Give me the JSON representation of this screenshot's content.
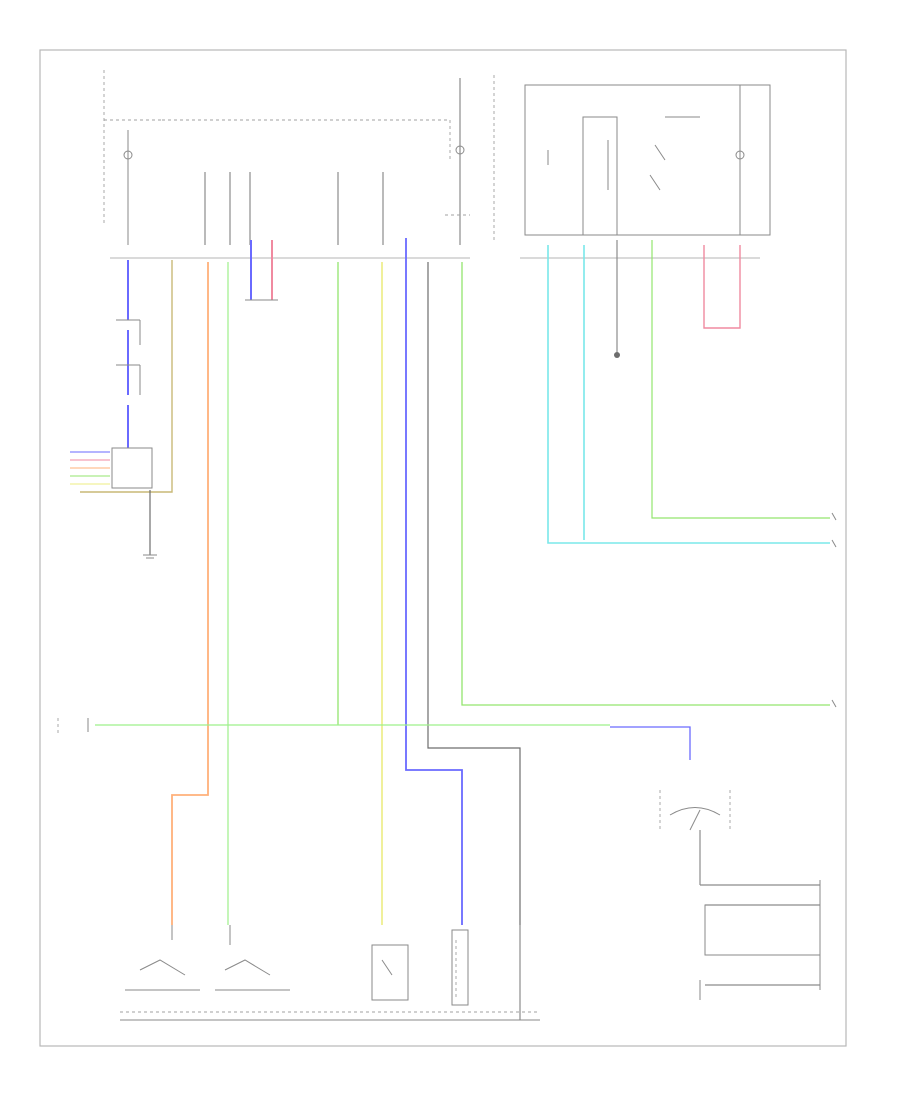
{
  "diagram": {
    "footer_code": "",
    "colors": {
      "blue": "#6a6aff",
      "orange": "#ffb07a",
      "light_green": "#9ef08a",
      "green": "#93e56e",
      "yellow": "#ecec82",
      "pink": "#f08aa0",
      "cyan": "#7ae8ea",
      "tan": "#c9b977",
      "gray": "#8c8c8c"
    },
    "components": [
      {
        "id": "fuse-box-left",
        "label": ""
      },
      {
        "id": "fuse-box-mid",
        "label": ""
      },
      {
        "id": "relay-box",
        "label": ""
      },
      {
        "id": "combination-switch",
        "label": ""
      },
      {
        "id": "lighting-switch",
        "label": ""
      },
      {
        "id": "junction-connector",
        "label": ""
      },
      {
        "id": "ground-left",
        "label": ""
      },
      {
        "id": "ground-right",
        "label": ""
      },
      {
        "id": "ground-lower-left",
        "label": ""
      },
      {
        "id": "mode-switch",
        "label": ""
      },
      {
        "id": "switch-a",
        "label": ""
      },
      {
        "id": "switch-b",
        "label": ""
      },
      {
        "id": "switch-c",
        "label": ""
      },
      {
        "id": "resistor-block",
        "label": ""
      },
      {
        "id": "right-module",
        "label": ""
      },
      {
        "id": "rear-sensor",
        "label": ""
      },
      {
        "id": "rear-unit",
        "label": ""
      }
    ]
  }
}
